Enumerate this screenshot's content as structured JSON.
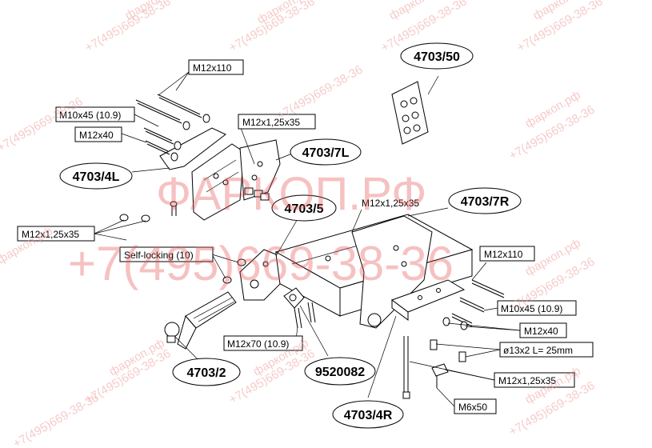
{
  "watermark": {
    "site": "фаркоп.рф",
    "phone": "+7(495)669-38-36",
    "site_caps": "ФАРКОП.РФ",
    "color": "#e85050"
  },
  "parts": {
    "p4703_50": "4703/50",
    "p4703_7L": "4703/7L",
    "p4703_4L": "4703/4L",
    "p4703_5": "4703/5",
    "p4703_7R": "4703/7R",
    "p4703_2": "4703/2",
    "p9520082": "9520082",
    "p4703_4R": "4703/4R"
  },
  "fasteners": {
    "m12x110_top": "M12x110",
    "m10x45_left": "M10x45 (10.9)",
    "m12x40_left": "M12x40",
    "m12x125x35_top": "M12x1,25x35",
    "m12x125x35_mid": "M12x1,25x35",
    "m12x125x35_left": "M12x1,25x35",
    "self_locking": "Self-locking (10)",
    "m12x110_right": "M12x110",
    "m10x45_right": "M10x45 (10.9)",
    "m12x40_right": "M12x40",
    "m12x70": "M12x70 (10.9)",
    "d13x2": "ø13x2 L= 25mm",
    "m12x125x35_right": "M12x1,25x35",
    "m6x50": "M6x50"
  }
}
